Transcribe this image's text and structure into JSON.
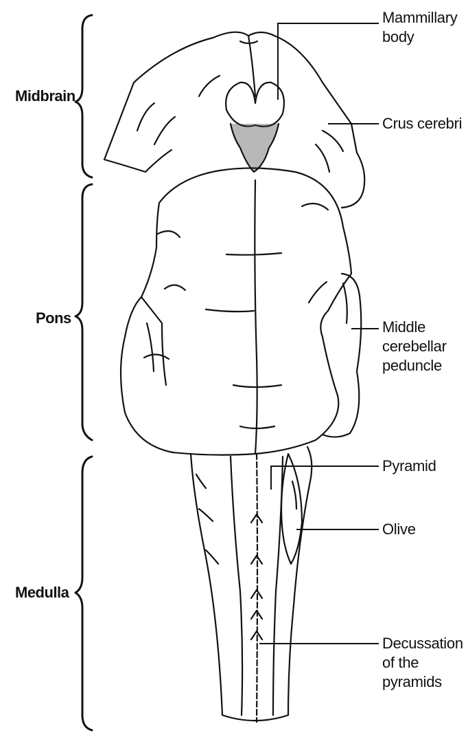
{
  "regions": {
    "midbrain": "Midbrain",
    "pons": "Pons",
    "medulla": "Medulla"
  },
  "callouts": {
    "mammillary_body": "Mammillary\nbody",
    "crus_cerebri": "Crus cerebri",
    "middle_cerebellar_peduncle": "Middle\ncerebellar\npeduncle",
    "pyramid": "Pyramid",
    "olive": "Olive",
    "decussation": "Decussation\nof the\npyramids"
  }
}
